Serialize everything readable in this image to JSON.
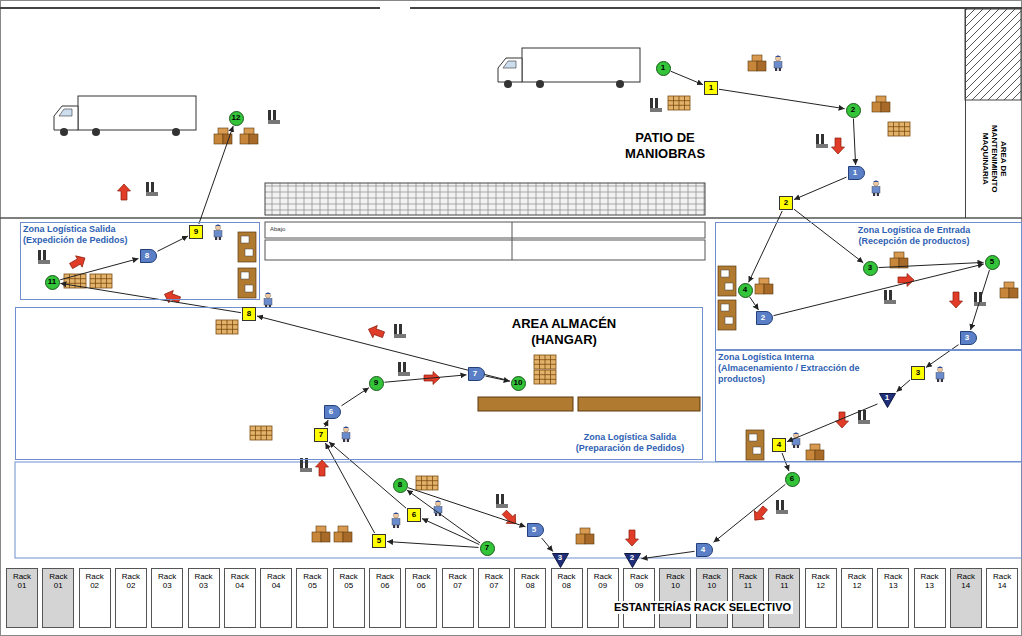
{
  "diagram": {
    "nodes": [
      {
        "text": [
          "PATIO DE MANIOBRAS"
        ]
      },
      {
        "text": [
          "12"
        ],
        "in": 0
      },
      {
        "text": [
          "1"
        ],
        "in": 0
      },
      {
        "text": [
          "1"
        ],
        "in": 0
      },
      {
        "text": [
          "2"
        ],
        "in": 0
      },
      {
        "text": [
          "1"
        ],
        "in": 0
      },
      {
        "text": [
          "2"
        ],
        "in": 0
      },
      {
        "text": [
          "AREA DE MANTENIMIENTO MAQUINARIA"
        ]
      },
      {
        "text": [
          "Zona Logística Salida (Expedición de Pedidos)"
        ]
      },
      {
        "text": [
          "9"
        ],
        "in": 8
      },
      {
        "text": [
          "8"
        ],
        "in": 8
      },
      {
        "text": [
          "11"
        ],
        "in": 8
      },
      {
        "text": [
          "Zona Logística de Entrada (Recepción de productos)"
        ]
      },
      {
        "text": [
          "3"
        ],
        "in": 12
      },
      {
        "text": [
          "4"
        ],
        "in": 12
      },
      {
        "text": [
          "2"
        ],
        "in": 12
      },
      {
        "text": [
          "5"
        ],
        "in": 12
      },
      {
        "text": [
          "3"
        ],
        "in": 12
      },
      {
        "text": [
          "Zona Logística Salida (Preparación de Pedidos)"
        ]
      },
      {
        "text": [
          "8"
        ],
        "in": 18
      },
      {
        "text": [
          "7"
        ],
        "in": 18
      },
      {
        "text": [
          "10"
        ],
        "in": 18
      },
      {
        "text": [
          "9"
        ],
        "in": 18
      },
      {
        "text": [
          "6"
        ],
        "in": 18
      },
      {
        "text": [
          "7"
        ],
        "in": 18
      },
      {
        "text": [
          "Zona Logística Interna (Almacenamiento / Extracción de productos)"
        ]
      },
      {
        "text": [
          "3"
        ],
        "in": 25
      },
      {
        "text": [
          "1"
        ],
        "in": 25
      },
      {
        "text": [
          "4"
        ],
        "in": 25
      },
      {
        "text": [
          "6"
        ]
      },
      {
        "text": [
          "4"
        ]
      },
      {
        "text": [
          "8"
        ]
      },
      {
        "text": [
          "6"
        ]
      },
      {
        "text": [
          "5"
        ]
      },
      {
        "text": [
          "5"
        ]
      },
      {
        "text": [
          "7"
        ]
      },
      {
        "text": [
          "3"
        ]
      },
      {
        "text": [
          "2"
        ]
      },
      {
        "text": [
          "Rack 01"
        ]
      },
      {
        "text": [
          "Rack 01"
        ]
      },
      {
        "text": [
          "Rack 02"
        ]
      },
      {
        "text": [
          "Rack 02"
        ]
      },
      {
        "text": [
          "Rack 03"
        ]
      },
      {
        "text": [
          "Rack 03"
        ]
      },
      {
        "text": [
          "Rack 04"
        ]
      },
      {
        "text": [
          "Rack 04"
        ]
      },
      {
        "text": [
          "Rack 05"
        ]
      },
      {
        "text": [
          "Rack 05"
        ]
      },
      {
        "text": [
          "Rack 06"
        ]
      },
      {
        "text": [
          "Rack 06"
        ]
      },
      {
        "text": [
          "Rack 07"
        ]
      },
      {
        "text": [
          "Rack 07"
        ]
      },
      {
        "text": [
          "Rack 08"
        ]
      },
      {
        "text": [
          "Rack 08"
        ]
      },
      {
        "text": [
          "Rack 09"
        ]
      },
      {
        "text": [
          "Rack 09"
        ]
      },
      {
        "text": [
          "Rack 10"
        ]
      },
      {
        "text": [
          "Rack 10"
        ]
      },
      {
        "text": [
          "Rack 11"
        ]
      },
      {
        "text": [
          "Rack 11"
        ]
      },
      {
        "text": [
          "Rack 12"
        ]
      },
      {
        "text": [
          "Rack 12"
        ]
      },
      {
        "text": [
          "Rack 13"
        ]
      },
      {
        "text": [
          "Rack 13"
        ]
      },
      {
        "text": [
          "Rack 14"
        ]
      },
      {
        "text": [
          "Rack 14"
        ]
      }
    ],
    "edges": [
      {
        "from": 2,
        "to": 3,
        "arrow": "to"
      },
      {
        "from": 3,
        "to": 4,
        "arrow": "to"
      },
      {
        "from": 4,
        "to": 5,
        "arrow": "to"
      },
      {
        "from": 5,
        "to": 6,
        "arrow": "to"
      },
      {
        "from": 6,
        "to": 14,
        "arrow": "to"
      },
      {
        "from": 6,
        "to": 13,
        "arrow": "to"
      },
      {
        "from": 14,
        "to": 15,
        "arrow": "to"
      },
      {
        "from": 15,
        "to": 16,
        "arrow": "to"
      },
      {
        "from": 13,
        "to": 16,
        "arrow": "to"
      },
      {
        "from": 16,
        "to": 17,
        "arrow": "to"
      },
      {
        "from": 17,
        "to": 26,
        "arrow": "to"
      },
      {
        "from": 26,
        "to": 27,
        "arrow": "to"
      },
      {
        "from": 27,
        "to": 28,
        "arrow": "to"
      },
      {
        "from": 28,
        "to": 29,
        "arrow": "to"
      },
      {
        "from": 29,
        "to": 30,
        "arrow": "to"
      },
      {
        "from": 30,
        "to": 37,
        "arrow": "to"
      },
      {
        "from": 35,
        "to": 34,
        "arrow": "to"
      },
      {
        "from": 35,
        "to": 32,
        "arrow": "to"
      },
      {
        "from": 35,
        "to": 31,
        "arrow": "to"
      },
      {
        "from": 31,
        "to": 33,
        "arrow": "to"
      },
      {
        "from": 33,
        "to": 36,
        "arrow": "to"
      },
      {
        "from": 34,
        "to": 24,
        "arrow": "to"
      },
      {
        "from": 32,
        "to": 24,
        "arrow": "to"
      },
      {
        "from": 24,
        "to": 23,
        "arrow": "to"
      },
      {
        "from": 23,
        "to": 22,
        "arrow": "to"
      },
      {
        "from": 22,
        "to": 20,
        "arrow": "to"
      },
      {
        "from": 20,
        "to": 21,
        "arrow": "to"
      },
      {
        "from": 21,
        "to": 19,
        "arrow": "to"
      },
      {
        "from": 19,
        "to": 11,
        "arrow": "to"
      },
      {
        "from": 11,
        "to": 10,
        "arrow": "to"
      },
      {
        "from": 10,
        "to": 9,
        "arrow": "to"
      },
      {
        "from": 9,
        "to": 1,
        "arrow": "to"
      }
    ],
    "labels": [
      "Abajo",
      "AREA ALMACÉN (HANGAR)",
      "ESTANTERÍAS RACK SELECTIVO"
    ]
  }
}
